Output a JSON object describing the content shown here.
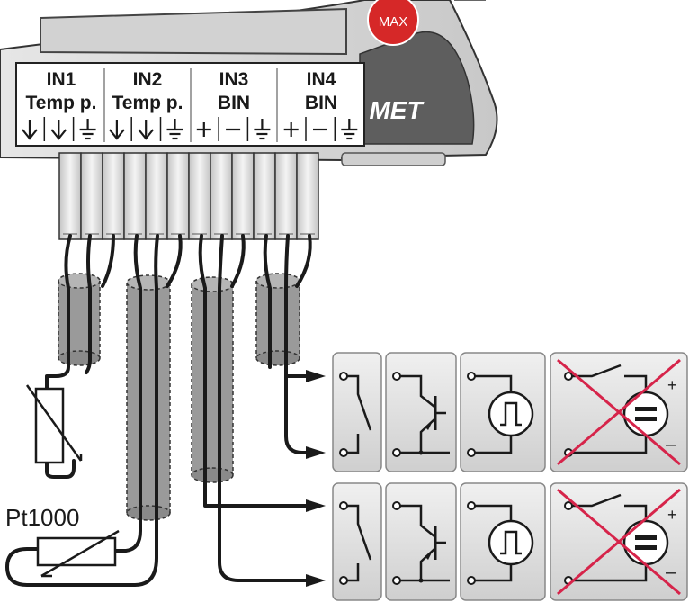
{
  "device": {
    "max_badge": "MAX",
    "brand_fragment": "MET"
  },
  "terminal_labels": [
    {
      "name": "IN1",
      "type": "Temp p."
    },
    {
      "name": "IN2",
      "type": "Temp p."
    },
    {
      "name": "IN3",
      "type": "BIN"
    },
    {
      "name": "IN4",
      "type": "BIN"
    }
  ],
  "sensor_label": "Pt1000",
  "input_devices": [
    "switch-contact",
    "open-collector-transistor",
    "pulse-source",
    "voltage-source-not-allowed"
  ],
  "colors": {
    "cable_shield": "#9a9a9a",
    "device_tile": "#d9d9d9",
    "forbidden_cross": "#d6244a",
    "max_badge": "#d62828",
    "wire": "#1a1a1a"
  }
}
